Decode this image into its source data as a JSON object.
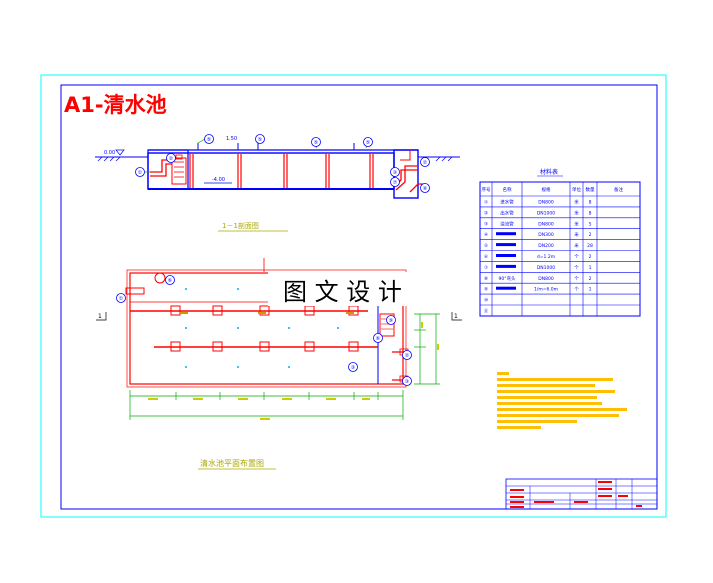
{
  "title": "A1-清水池",
  "watermark": "图 文 设 计",
  "section_caption": "1－1剖面图",
  "plan_caption": "清水池平面布置图",
  "section_marks": [
    "1",
    "1"
  ],
  "elevations": {
    "left": "0.00",
    "top": "1.50",
    "bottom": "-4.00"
  },
  "table": {
    "title": "材料表",
    "headers": [
      "序号",
      "名称",
      "规格",
      "单位",
      "数量",
      "备注"
    ],
    "rows": [
      {
        "no": "①",
        "name": "进水管",
        "spec": "DN800",
        "unit": "米",
        "qty": "8"
      },
      {
        "no": "②",
        "name": "出水管",
        "spec": "DN1000",
        "unit": "米",
        "qty": "8"
      },
      {
        "no": "③",
        "name": "溢流管",
        "spec": "DN800",
        "unit": "米",
        "qty": "5"
      },
      {
        "no": "④",
        "name": "",
        "spec": "DN300",
        "unit": "米",
        "qty": "2"
      },
      {
        "no": "⑤",
        "name": "",
        "spec": "DN200",
        "unit": "米",
        "qty": "28"
      },
      {
        "no": "⑥",
        "name": "",
        "spec": "d=1.2m",
        "unit": "个",
        "qty": "2"
      },
      {
        "no": "⑦",
        "name": "",
        "spec": "DN1000",
        "unit": "个",
        "qty": "1"
      },
      {
        "no": "⑧",
        "name": "90°弯头",
        "spec": "DN800",
        "unit": "个",
        "qty": "2"
      },
      {
        "no": "⑨",
        "name": "",
        "spec": "1/m=6.0m",
        "unit": "个",
        "qty": "1"
      },
      {
        "no": "⑩",
        "name": "",
        "spec": "",
        "unit": "",
        "qty": ""
      },
      {
        "no": "⑪",
        "name": "",
        "spec": "",
        "unit": "",
        "qty": ""
      }
    ]
  },
  "colors": {
    "frame": "#00ffff",
    "structure": "#0000ff",
    "pipes": "#ff0000",
    "leaders": "#00aa00",
    "title": "#ff0000",
    "notes": "#ffbf00",
    "labels": "#aaaa00",
    "marks": "#00ffff"
  }
}
